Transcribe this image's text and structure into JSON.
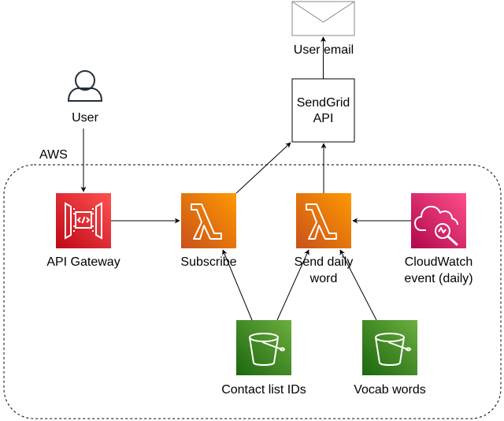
{
  "labels": {
    "user": "User",
    "aws": "AWS",
    "user_email": "User email",
    "sendgrid_line1": "SendGrid",
    "sendgrid_line2": "API",
    "api_gateway": "API Gateway",
    "subscribe": "Subscribe",
    "send_daily_line1": "Send daily",
    "send_daily_line2": "word",
    "cloudwatch_line1": "CloudWatch",
    "cloudwatch_line2": "event (daily)",
    "contact_list": "Contact list IDs",
    "vocab_words": "Vocab words"
  },
  "icons": {
    "user": "user-icon",
    "email": "email-envelope-icon",
    "api_gateway": "api-gateway-icon",
    "lambda_subscribe": "lambda-icon",
    "lambda_send": "lambda-icon",
    "cloudwatch": "cloudwatch-icon",
    "s3_contact": "s3-bucket-icon",
    "s3_vocab": "s3-bucket-icon"
  },
  "colors": {
    "api_gateway": "#e7157b",
    "lambda": "#ed7100",
    "cloudwatch": "#e7157b",
    "s3": "#3f8624",
    "line": "#000000"
  }
}
